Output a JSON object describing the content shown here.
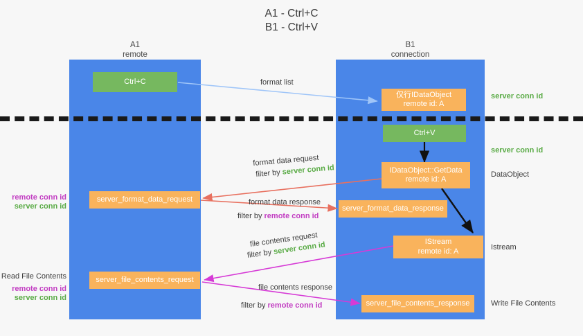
{
  "title": {
    "line1": "A1 - Ctrl+C",
    "line2": "B1 - Ctrl+V"
  },
  "lanes": [
    {
      "id": "a1",
      "name": "A1",
      "role": "remote",
      "color": "#4a86e8"
    },
    {
      "id": "b1",
      "name": "B1",
      "role": "connection",
      "color": "#4a86e8"
    }
  ],
  "boxes": {
    "ctrl_c": {
      "line1": "Ctrl+C",
      "line2": "",
      "color": "#76b85f"
    },
    "ctrl_v": {
      "line1": "Ctrl+V",
      "line2": "",
      "color": "#76b85f"
    },
    "idataobject": {
      "line1": "仅行IDataObject",
      "line2": "remote id: A",
      "color": "#f9b35c"
    },
    "getdata": {
      "line1": "IDataObject::GetData",
      "line2": "remote id: A",
      "color": "#f9b35c"
    },
    "istream": {
      "line1": "IStream",
      "line2": "remote id: A",
      "color": "#f9b35c"
    },
    "fmt_req": {
      "line1": "server_format_data_request",
      "line2": "",
      "color": "#f9b35c"
    },
    "fmt_resp": {
      "line1": "server_format_data_response",
      "line2": "",
      "color": "#f9b35c"
    },
    "file_req": {
      "line1": "server_file_contents_request",
      "line2": "",
      "color": "#f9b35c"
    },
    "file_resp": {
      "line1": "server_file_contents_response",
      "line2": "",
      "color": "#f9b35c"
    }
  },
  "arrow_labels": {
    "format_list": {
      "text": "format list"
    },
    "fmt_req_l1": {
      "text": "format data request"
    },
    "fmt_req_l2a": {
      "text": "filter by"
    },
    "fmt_req_l2b": {
      "text": "server conn id",
      "color": "#5aab46"
    },
    "fmt_resp_l1": {
      "text": "format data response"
    },
    "fmt_resp_l2a": {
      "text": "filter by"
    },
    "fmt_resp_l2b": {
      "text": "remote conn id",
      "color": "#c23ec2"
    },
    "file_req_l1": {
      "text": "file contents request"
    },
    "file_req_l2a": {
      "text": "filter by"
    },
    "file_req_l2b": {
      "text": "server conn id",
      "color": "#5aab46"
    },
    "file_resp_l1": {
      "text": "file contents response"
    },
    "file_resp_l2a": {
      "text": "filter by"
    },
    "file_resp_l2b": {
      "text": "remote conn id",
      "color": "#c23ec2"
    }
  },
  "side_labels": {
    "right_server_conn_1": {
      "text": "server conn id",
      "color": "#5aab46"
    },
    "right_server_conn_2": {
      "text": "server conn id",
      "color": "#5aab46"
    },
    "right_dataobject": {
      "text": "DataObject",
      "color": "#3c3c3c"
    },
    "right_istream": {
      "text": "Istream",
      "color": "#3c3c3c"
    },
    "right_write_file": {
      "text": "Write File Contents",
      "color": "#3c3c3c"
    },
    "left_remote_conn_1": {
      "text": "remote conn id",
      "color": "#c23ec2"
    },
    "left_server_conn_1": {
      "text": "server conn id",
      "color": "#5aab46"
    },
    "left_read_file": {
      "text": "Read File Contents",
      "color": "#3c3c3c"
    },
    "left_remote_conn_2": {
      "text": "remote conn id",
      "color": "#c23ec2"
    },
    "left_server_conn_2": {
      "text": "server conn id",
      "color": "#5aab46"
    }
  },
  "palette": {
    "lane_blue": "#4a86e8",
    "green_box": "#76b85f",
    "orange_box": "#f9b35c",
    "arrow_lightblue": "#9fc5f8",
    "arrow_red": "#e8705f",
    "arrow_magenta": "#d63ad6",
    "arrow_black": "#111111",
    "divider": "#1a1a1a",
    "background": "#f7f7f7"
  }
}
